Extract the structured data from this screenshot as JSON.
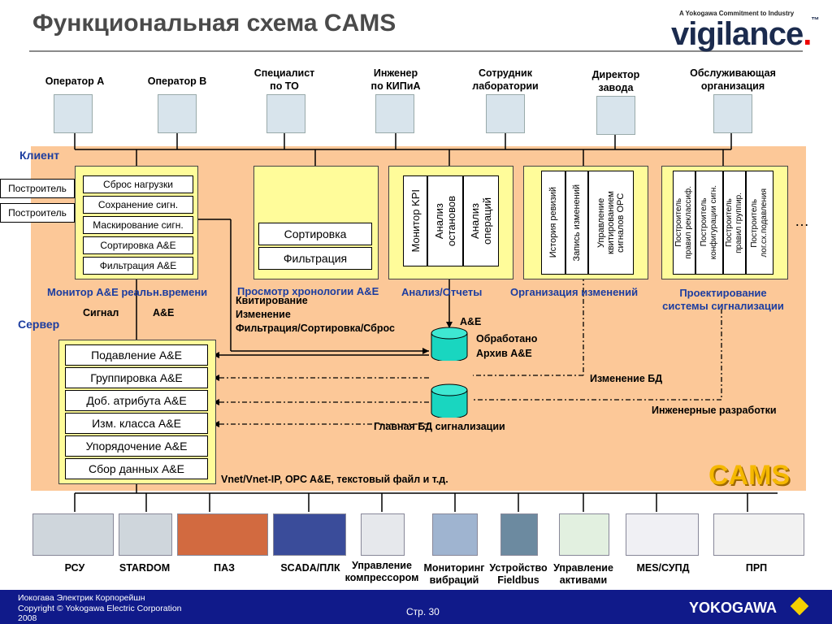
{
  "slide": {
    "title": "Функциональная схема CAMS",
    "logo_tagline": "A Yokogawa Commitment to Industry",
    "logo_name": "vigilance",
    "logo_tm": "™"
  },
  "roles": [
    {
      "label": "Оператор А",
      "icon": "operator-icon"
    },
    {
      "label": "Оператор В",
      "icon": "operator-icon"
    },
    {
      "label": "Специалист\nпо ТО",
      "icon": "maintenance-specialist-icon"
    },
    {
      "label": "Инженер\nпо КИПиА",
      "icon": "engineer-icon"
    },
    {
      "label": "Сотрудник\nлаборатории",
      "icon": "lab-worker-icon"
    },
    {
      "label": "Директор\nзавода",
      "icon": "director-icon"
    },
    {
      "label": "Обслуживающая\nорганизация",
      "icon": "service-org-icon"
    }
  ],
  "client": {
    "label": "Клиент",
    "builders": [
      "Построитель",
      "Построитель"
    ],
    "ellipsis": "…",
    "monitor_items": [
      "Сброс нагрузки",
      "Сохранение сигн.",
      "Маскирование сигн.",
      "Сортировка A&E",
      "Фильтрация A&E"
    ],
    "history_items": [
      "Сортировка",
      "Фильтрация"
    ],
    "analysis_items": [
      "Монитор KPI",
      "Анализ\nостановов",
      "Анализ\nопераций"
    ],
    "change_items": [
      "История ревизий",
      "Запись изменений",
      "Управление\nквитированием\nсигналов OPC"
    ],
    "design_items": [
      "Построитель\nправил реклассиф.",
      "Построитель\nконфигурации сигн.",
      "Построитель\nправил группир.",
      "Построитель\nлог.сх.подавления"
    ],
    "captions": {
      "monitor": "Монитор A&E реальн.времени",
      "history": "Просмотр хронологии A&E",
      "analysis": "Анализ/Отчеты",
      "changes": "Организация изменений",
      "design": "Проектирование\nсистемы сигнализации"
    }
  },
  "server": {
    "label": "Сервер",
    "signal": "Сигнал",
    "ae": "A&E",
    "ack_text": "Квитирование\nИзменение\nФильтрация/Сортировка/Сброс",
    "db_ae": "A&E",
    "archive": "Обработано\nАрхив A&E",
    "db_change": "Изменение БД",
    "main_db": "Главная БД сигнализации",
    "eng_dev": "Инженерные разработки",
    "stack": [
      "Подавление A&E",
      "Группировка A&E",
      "Доб. атрибута A&E",
      "Изм. класса A&E",
      "Упорядочение A&E",
      "Сбор данных A&E"
    ],
    "bus_text": "Vnet/Vnet-IP, OPC A&E, текстовый файл и т.д.",
    "cams_logo": "CAMS"
  },
  "equipment": [
    {
      "label": "РСУ",
      "icon": "dcs-console-icon"
    },
    {
      "label": "STARDOM",
      "icon": "stardom-icon"
    },
    {
      "label": "ПАЗ",
      "icon": "sis-cabinet-icon"
    },
    {
      "label": "SCADA/ПЛК",
      "icon": "scada-plc-icon"
    },
    {
      "label": "Управление\nкомпрессором",
      "icon": "compressor-control-icon"
    },
    {
      "label": "Мониторинг\nвибраций",
      "icon": "vibration-monitor-icon"
    },
    {
      "label": "Устройство\nFieldbus",
      "icon": "fieldbus-device-icon"
    },
    {
      "label": "Управление\nактивами",
      "icon": "asset-management-icon"
    },
    {
      "label": "MES/СУПД",
      "icon": "mes-icon"
    },
    {
      "label": "ПРП",
      "icon": "prp-icon"
    }
  ],
  "footer": {
    "company_ru": "Иокогава Электрик Корпорейшн",
    "copyright": "Copyright © Yokogawa Electric Corporation",
    "year": "2008",
    "page": "Стр. 30",
    "brand": "YOKOGAWA"
  },
  "colors": {
    "client_area": "#fcc898",
    "box_yellow": "#fffc9a",
    "label_blue": "#1c3da0",
    "footer": "#101a8a",
    "cylinder": "#19d6c0"
  }
}
